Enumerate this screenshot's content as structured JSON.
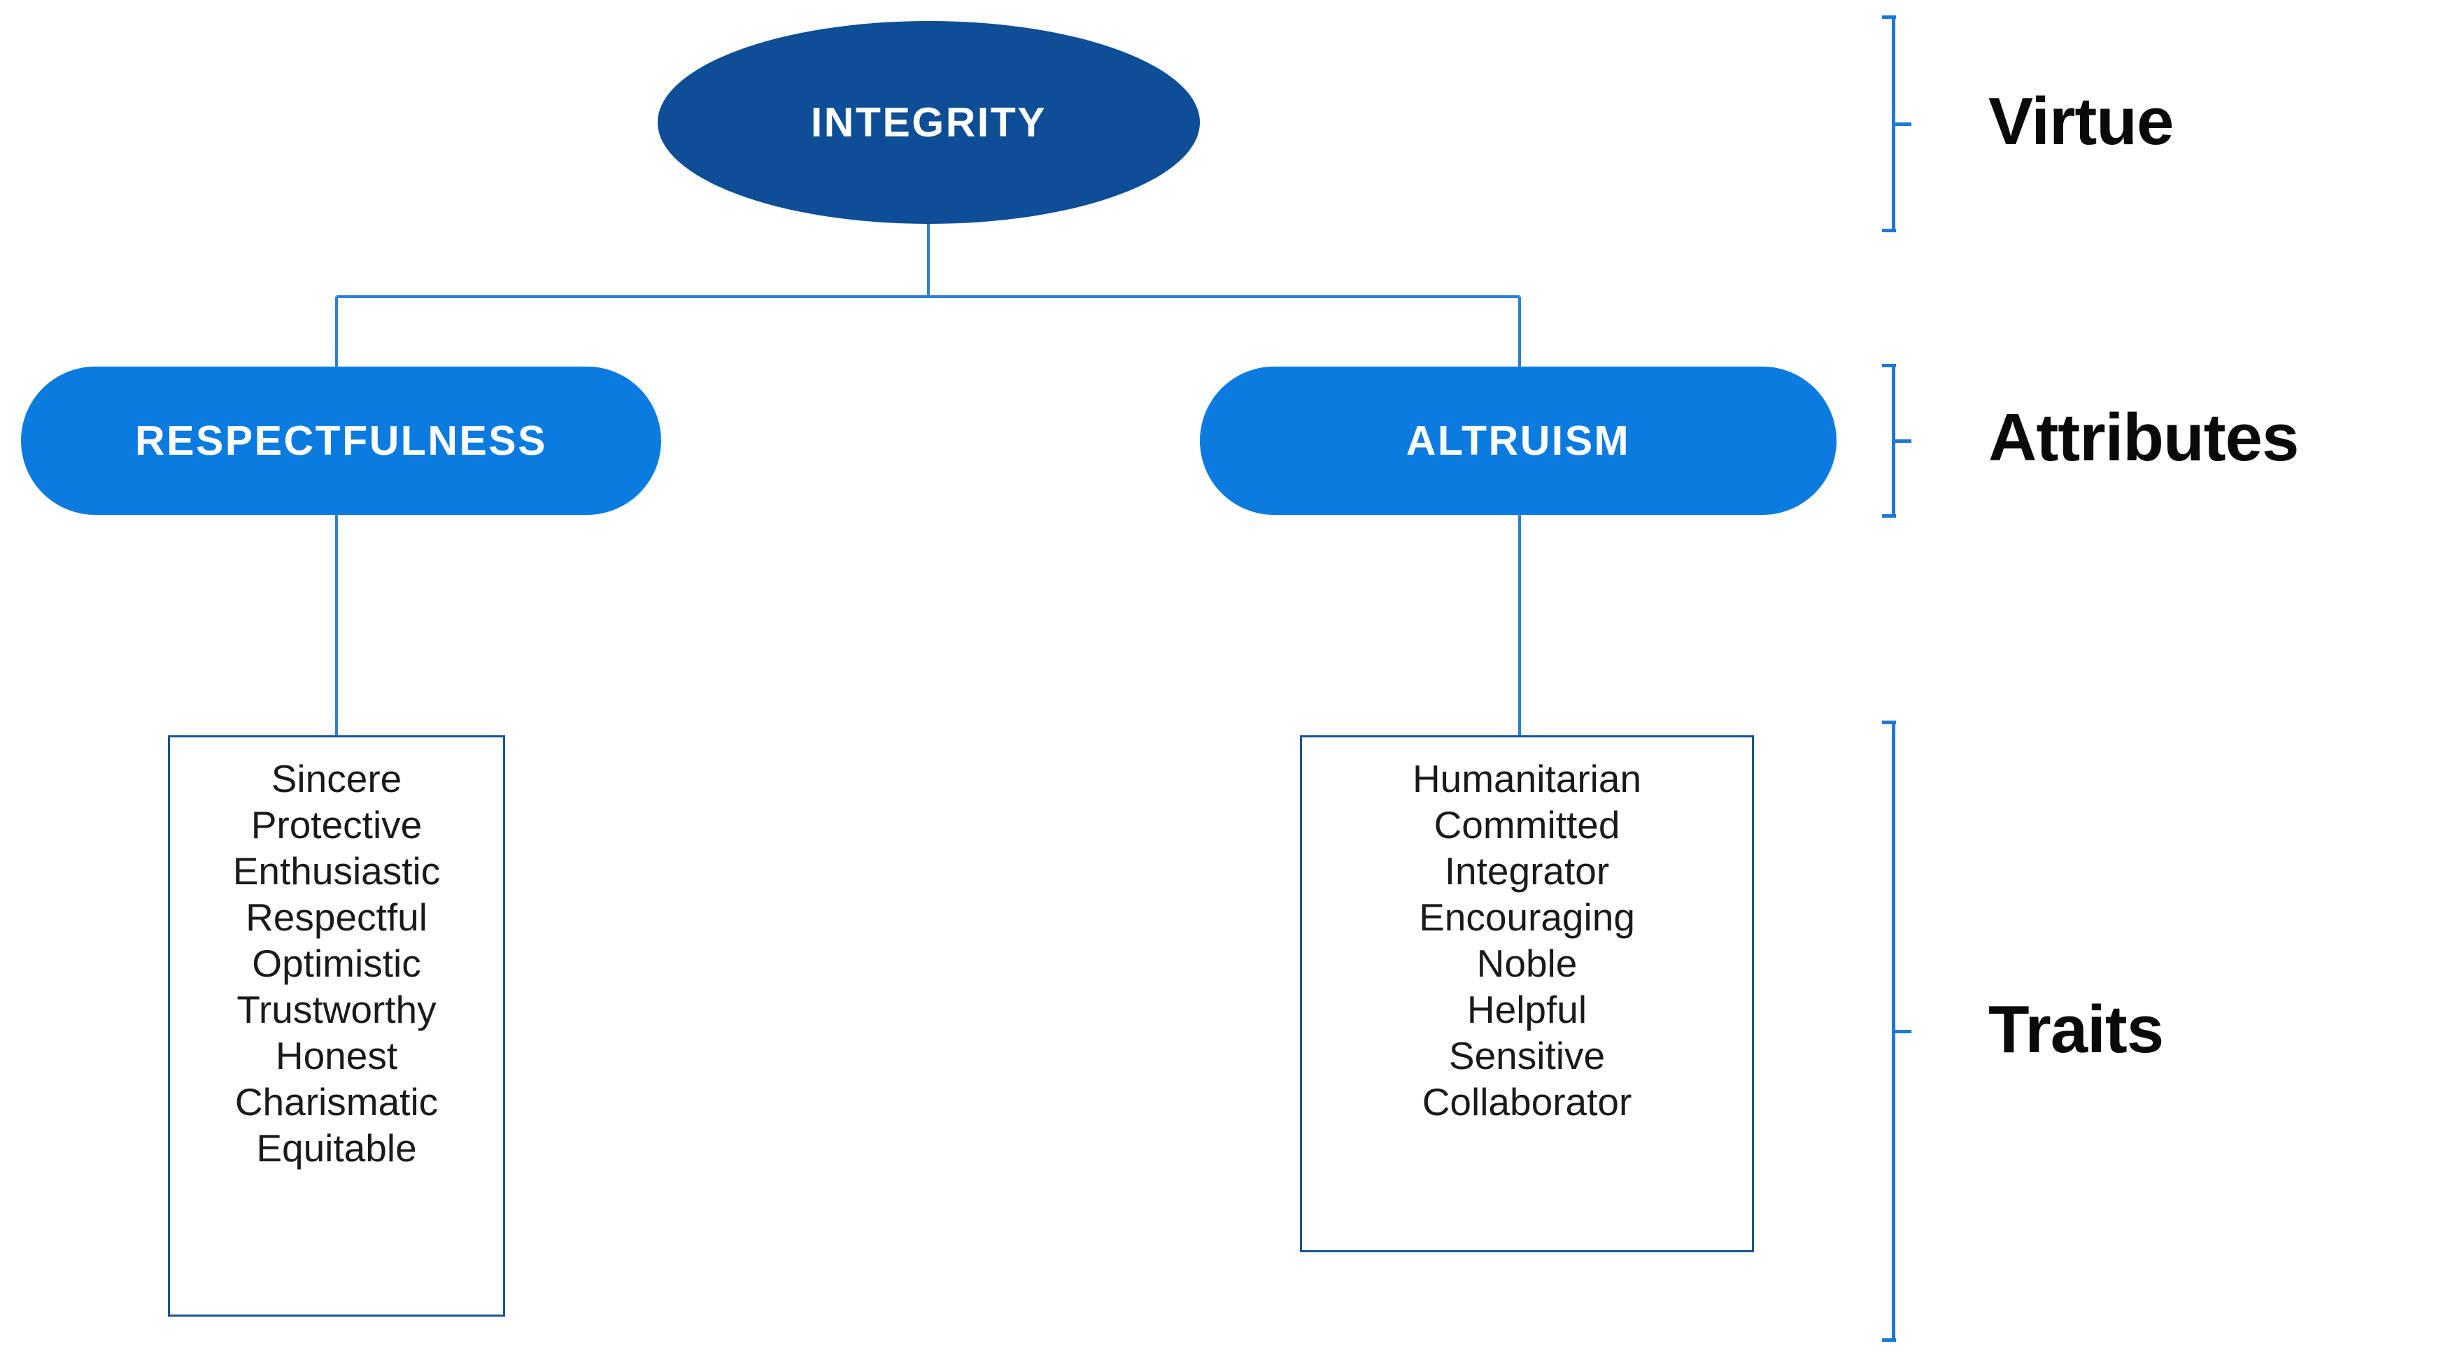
{
  "diagram": {
    "title_visible": false,
    "colors": {
      "virtue_fill": "#0D4E96",
      "attribute_fill": "#0B7BE0",
      "connector_line": "#2E7FD4",
      "trait_box_border": "#18549B",
      "bracket": "#1E78D7",
      "label_text": "#0A0A0A",
      "node_text": "#FFFFFF",
      "trait_text": "#1A1A1A",
      "background": "#FFFFFF"
    },
    "virtue": {
      "label": "INTEGRITY"
    },
    "attributes": [
      {
        "label": "RESPECTFULNESS"
      },
      {
        "label": "ALTRUISM"
      }
    ],
    "trait_groups": [
      {
        "parent": "RESPECTFULNESS",
        "items": [
          "Sincere",
          "Protective",
          "Enthusiastic",
          "Respectful",
          "Optimistic",
          "Trustworthy",
          "Honest",
          "Charismatic",
          "Equitable"
        ]
      },
      {
        "parent": "ALTRUISM",
        "items": [
          "Humanitarian",
          "Committed",
          "Integrator",
          "Encouraging",
          "Noble",
          "Helpful",
          "Sensitive",
          "Collaborator"
        ]
      }
    ],
    "tier_labels": [
      {
        "label": "Virtue"
      },
      {
        "label": "Attributes"
      },
      {
        "label": "Traits"
      }
    ]
  }
}
